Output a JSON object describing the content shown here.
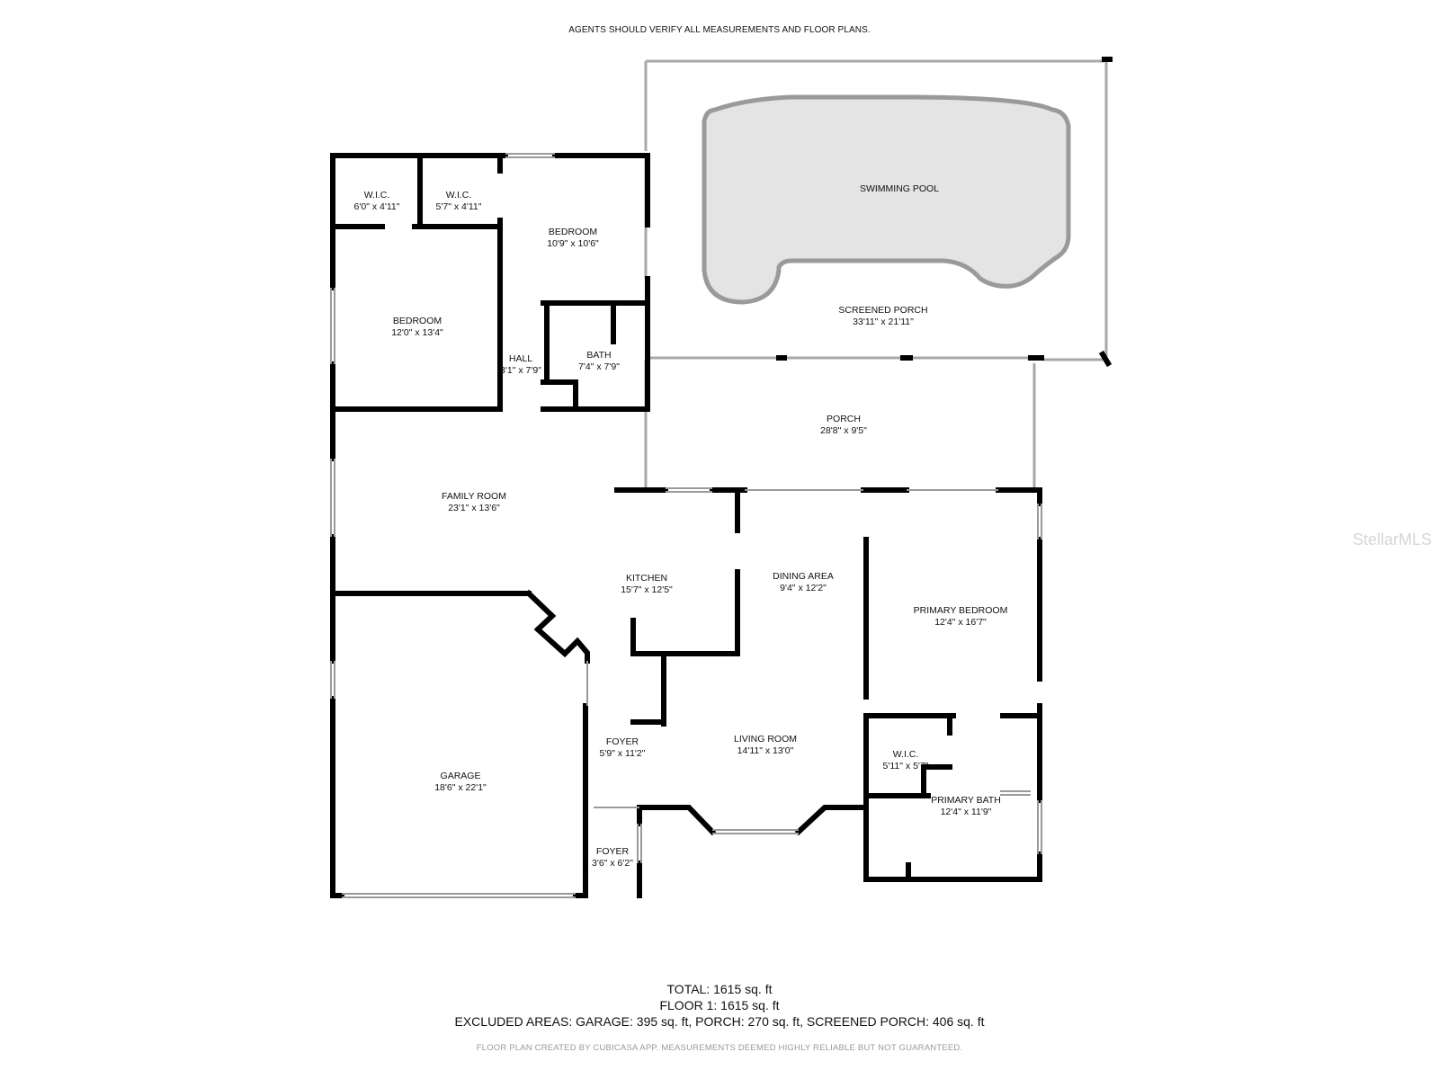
{
  "header": {
    "note": "AGENTS SHOULD VERIFY ALL MEASUREMENTS AND FLOOR PLANS."
  },
  "watermark": "StellarMLS",
  "rooms": [
    {
      "name": "W.I.C.",
      "dims": "6'0\" x 4'11\""
    },
    {
      "name": "W.I.C.",
      "dims": "5'7\" x 4'11\""
    },
    {
      "name": "BEDROOM",
      "dims": "10'9\" x 10'6\""
    },
    {
      "name": "SWIMMING POOL",
      "dims": ""
    },
    {
      "name": "BEDROOM",
      "dims": "12'0\" x 13'4\""
    },
    {
      "name": "SCREENED PORCH",
      "dims": "33'11\" x 21'11\""
    },
    {
      "name": "HALL",
      "dims": "3'1\" x 7'9\""
    },
    {
      "name": "BATH",
      "dims": "7'4\" x 7'9\""
    },
    {
      "name": "PORCH",
      "dims": "28'8\" x 9'5\""
    },
    {
      "name": "FAMILY ROOM",
      "dims": "23'1\" x 13'6\""
    },
    {
      "name": "KITCHEN",
      "dims": "15'7\" x 12'5\""
    },
    {
      "name": "DINING AREA",
      "dims": "9'4\" x 12'2\""
    },
    {
      "name": "PRIMARY BEDROOM",
      "dims": "12'4\" x 16'7\""
    },
    {
      "name": "FOYER",
      "dims": "5'9\" x 11'2\""
    },
    {
      "name": "LIVING ROOM",
      "dims": "14'11\" x 13'0\""
    },
    {
      "name": "W.I.C.",
      "dims": "5'11\" x 5'7\""
    },
    {
      "name": "GARAGE",
      "dims": "18'6\" x 22'1\""
    },
    {
      "name": "PRIMARY BATH",
      "dims": "12'4\" x 11'9\""
    },
    {
      "name": "FOYER",
      "dims": "3'6\" x 6'2\""
    }
  ],
  "totals": {
    "total": "TOTAL: 1615 sq. ft",
    "floor1": "FLOOR 1: 1615 sq. ft",
    "excluded": "EXCLUDED AREAS: GARAGE: 395 sq. ft, PORCH: 270 sq. ft, SCREENED PORCH: 406 sq. ft"
  },
  "footer": {
    "disclaimer": "FLOOR PLAN CREATED BY CUBICASA APP. MEASUREMENTS DEEMED HIGHLY RELIABLE BUT NOT GUARANTEED."
  },
  "colors": {
    "wall": "#000000",
    "pool_fill": "#e4e4e4",
    "pool_stroke": "#9a9a9a",
    "window": "#9a9a9a",
    "watermark": "#d6d6d6",
    "disclaimer": "#9a9a9a"
  }
}
